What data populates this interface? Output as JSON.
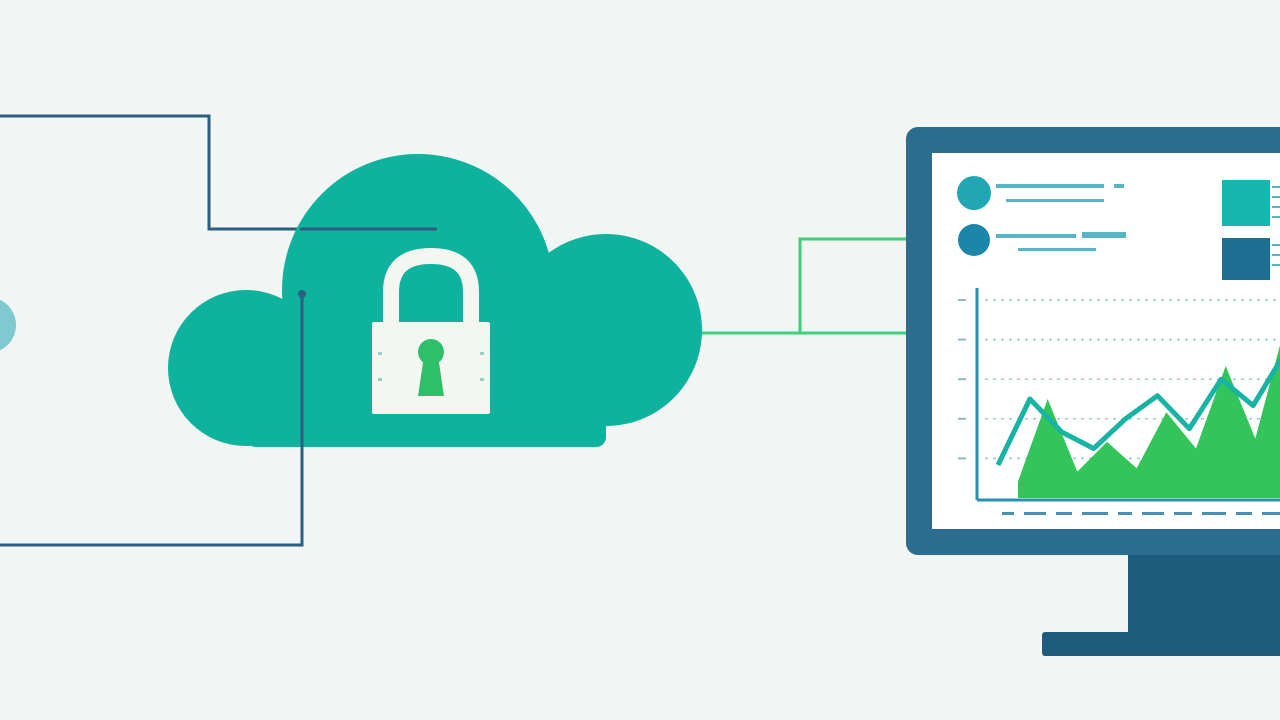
{
  "colors": {
    "background": "#f1f5f4",
    "cloud": "#0fb39d",
    "connector_dark": "#2b5f80",
    "connector_green": "#3fd07f",
    "lock_body": "#f4f6f2",
    "lock_keyhole": "#2fbf6a",
    "monitor_frame": "#2b6c8f",
    "monitor_stand": "#1e5b7d",
    "screen": "#ffffff",
    "chart_line": "#17b3a3",
    "chart_area": "#33c45a",
    "tile_teal": "#17b7ad",
    "tile_blue": "#1d6f92",
    "dot_teal": "#20a7b3",
    "dot_blue": "#1b86a8",
    "node_light": "#7fc9d1"
  },
  "icons": {
    "cloud": "cloud-icon",
    "lock": "padlock-icon",
    "monitor": "monitor-icon",
    "chart": "area-chart-icon",
    "node": "network-node-icon"
  },
  "chart_data": {
    "type": "area",
    "title": "",
    "xlabel": "",
    "ylabel": "",
    "grid": true,
    "legend": "none",
    "ylim": [
      0,
      6
    ],
    "series": [
      {
        "values": [
          0.5,
          3.0,
          0.8,
          1.7,
          0.9,
          2.6,
          1.5,
          4.0,
          1.8,
          5.2
        ]
      },
      {
        "values": [
          1.0,
          3.0,
          2.0,
          1.5,
          2.4,
          3.1,
          2.1,
          3.6,
          2.8,
          4.4
        ]
      }
    ]
  }
}
